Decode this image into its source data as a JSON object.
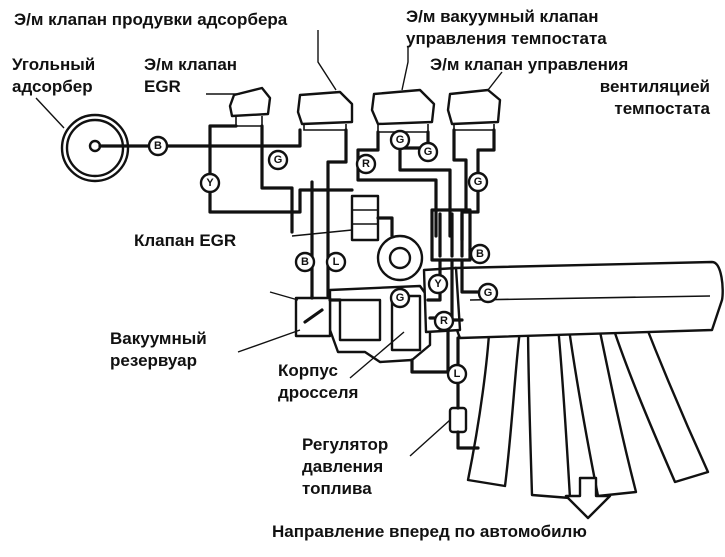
{
  "labels": {
    "purge_solenoid": "Э/м клапан продувки адсорбера",
    "vacuum_solenoid_line1": "Э/м вакуумный клапан",
    "vacuum_solenoid_line2": "управления темпостата",
    "vent_solenoid_line1": "Э/м клапан управления",
    "vent_solenoid_line2": "вентиляцией",
    "vent_solenoid_line3": "темпостата",
    "canister_line1": "Угольный",
    "canister_line2": "адсорбер",
    "egr_solenoid_line1": "Э/м клапан",
    "egr_solenoid_line2": "EGR",
    "egr_valve": "Клапан EGR",
    "vacuum_tank_line1": "Вакуумный",
    "vacuum_tank_line2": "резервуар",
    "throttle_body_line1": "Корпус",
    "throttle_body_line2": "дросселя",
    "fuel_regulator_line1": "Регулятор",
    "fuel_regulator_line2": "давления",
    "fuel_regulator_line3": "топлива",
    "forward": "Направление вперед по автомобилю"
  },
  "hose_tags": {
    "b": "B",
    "g": "G",
    "y": "Y",
    "r": "R",
    "l": "L"
  },
  "colors": {
    "ink": "#111111",
    "paper": "#ffffff"
  }
}
